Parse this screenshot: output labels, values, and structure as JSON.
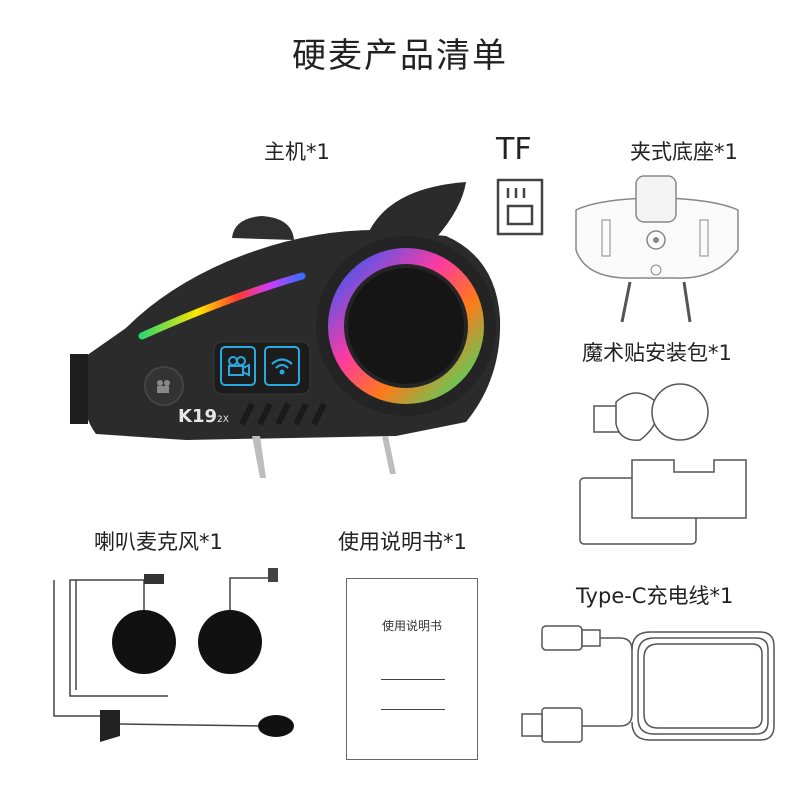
{
  "title": "硬麦产品清单",
  "items": {
    "host": {
      "label": "主机*1",
      "model": "K19",
      "model_suffix": "2X"
    },
    "tf": {
      "label": "TF"
    },
    "mount": {
      "label": "夹式底座*1"
    },
    "velcro": {
      "label": "魔术贴安装包*1"
    },
    "speaker": {
      "label": "喇叭麦克风*1"
    },
    "manual": {
      "label": "使用说明书*1",
      "cover_text": "使用说明书"
    },
    "cable": {
      "label": "Type-C充电线*1"
    }
  },
  "icons": [
    "camera-icon",
    "wifi-icon",
    "sd-card-icon",
    "phone-button-icon"
  ],
  "colors": {
    "device_body": "#2b2b2b",
    "accent_blue": "#2aa8e0",
    "line": "#555555"
  }
}
